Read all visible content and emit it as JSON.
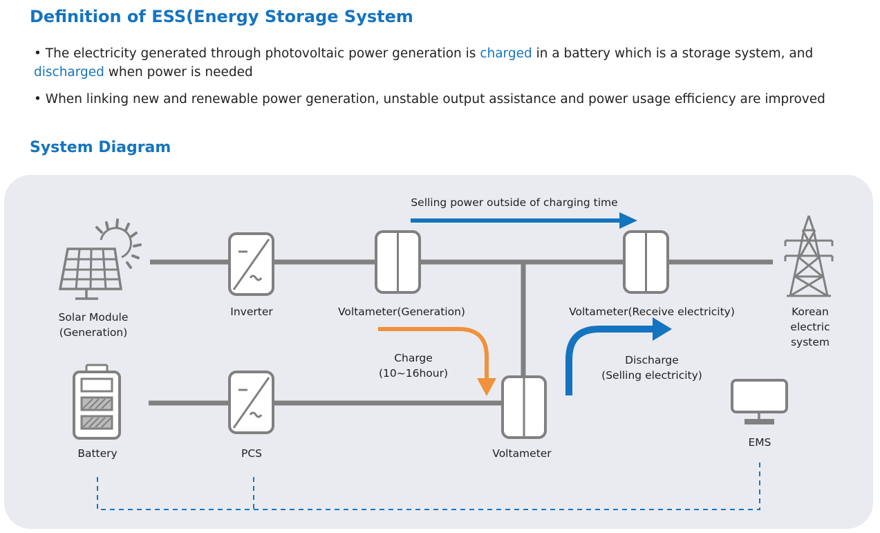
{
  "header": {
    "title": "Definition of ESS(Energy Storage System"
  },
  "bullets": [
    {
      "parts": [
        "• The electricity generated through photovoltaic power generation is ",
        "charged",
        " in a battery which is a storage system, and ",
        "discharged",
        " when power is needed"
      ]
    },
    {
      "text": "• When linking new and renewable power generation, unstable output assistance and power usage efficiency are improved"
    }
  ],
  "diagram": {
    "title": "System Diagram",
    "nodes": {
      "solar_line1": "Solar Module",
      "solar_line2": "(Generation)",
      "inverter": "Inverter",
      "voltameter_generation": "Voltameter(Generation)",
      "voltameter_receive": "Voltameter(Receive electricity)",
      "korean_line1": "Korean",
      "korean_line2": "electric",
      "korean_line3": "system",
      "battery": "Battery",
      "pcs": "PCS",
      "voltameter": "Voltameter",
      "ems": "EMS"
    },
    "flows": {
      "selling_outside": "Selling power outside of charging time",
      "charge_line1": "Charge",
      "charge_line2": "(10~16hour)",
      "discharge_line1": "Discharge",
      "discharge_line2": "(Selling electricity)"
    },
    "colors": {
      "accent_blue": "#1574bf",
      "charge_orange": "#f0913c",
      "line_gray": "#808080",
      "panel_bg": "#e9ebf0"
    }
  }
}
